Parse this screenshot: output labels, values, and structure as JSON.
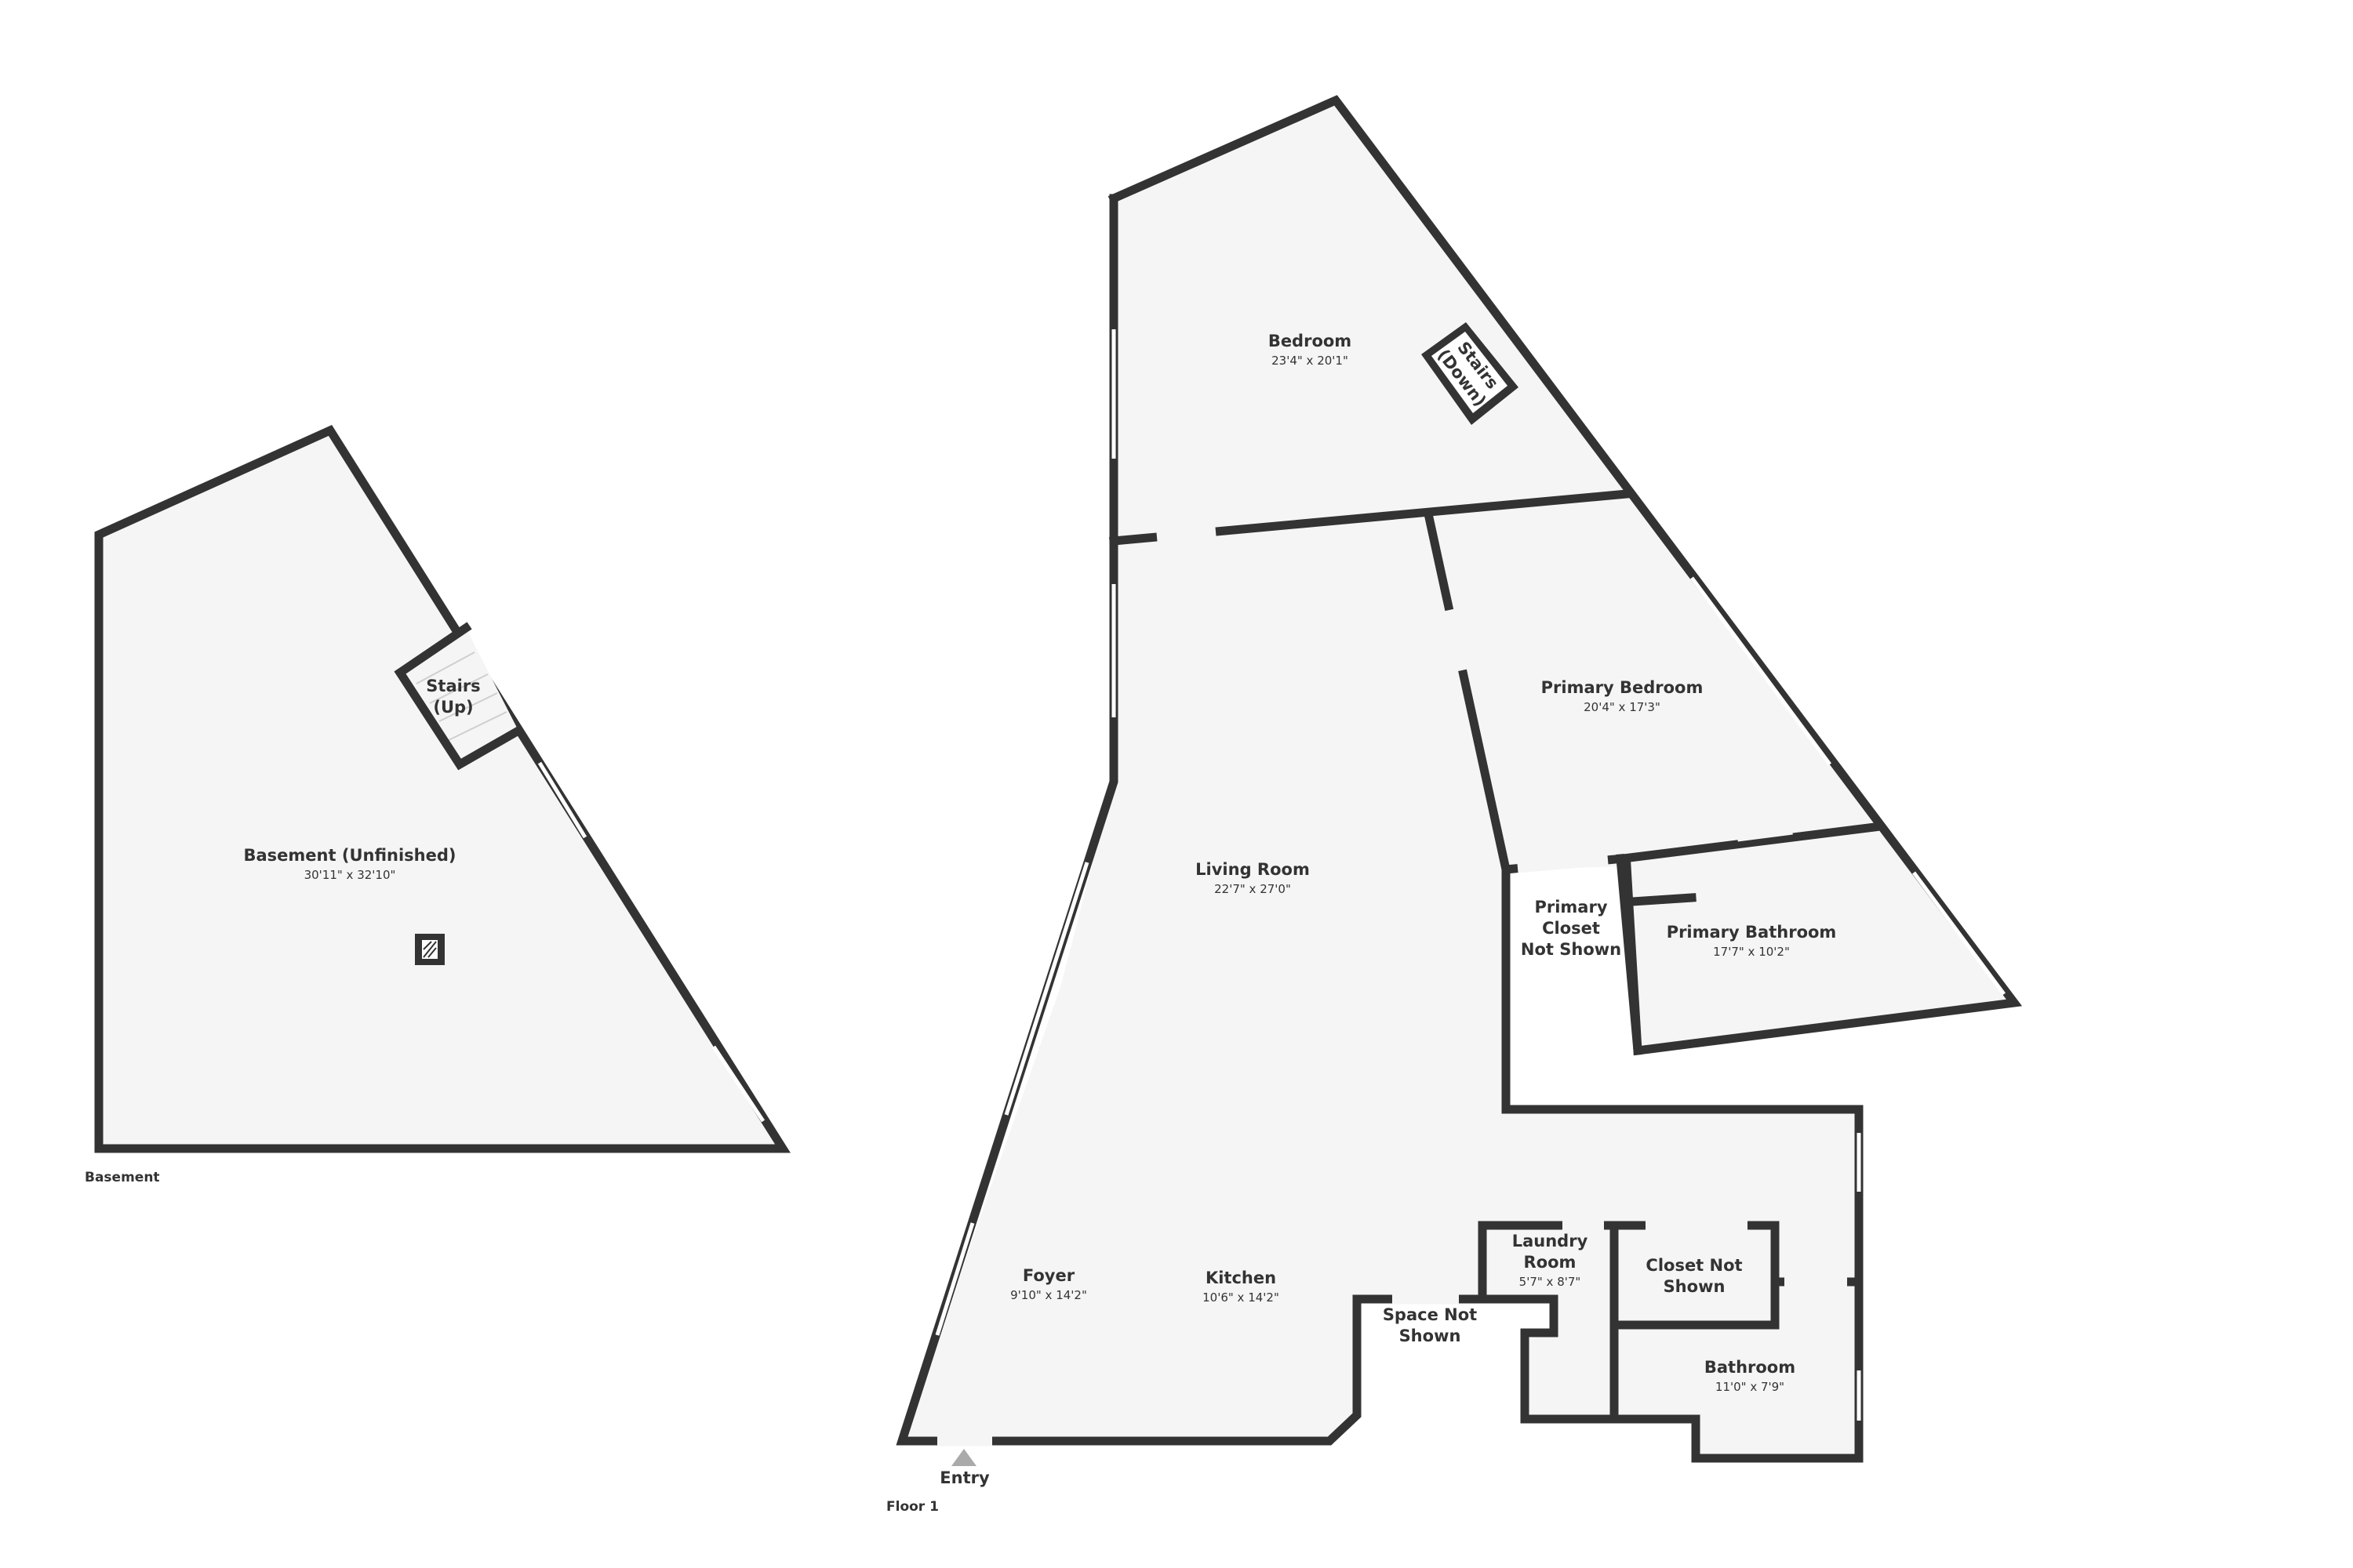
{
  "colors": {
    "wall": "#333333",
    "floor": "#f5f5f5",
    "window": "#ffffff",
    "background": "#ffffff",
    "entry_marker": "#aaaaaa"
  },
  "floors": [
    {
      "label": "Basement"
    },
    {
      "label": "Floor 1"
    }
  ],
  "rooms": {
    "basement": {
      "name": "Basement (Unfinished)",
      "dims": "30'11\" x 32'10\""
    },
    "basement_stairs": {
      "line1": "Stairs",
      "line2": "(Up)"
    },
    "bedroom": {
      "name": "Bedroom",
      "dims": "23'4\" x 20'1\""
    },
    "bedroom_stairs": {
      "line1": "Stairs",
      "line2": "(Down)"
    },
    "primary_bedroom": {
      "name": "Primary Bedroom",
      "dims": "20'4\" x 17'3\""
    },
    "living_room": {
      "name": "Living Room",
      "dims": "22'7\" x 27'0\""
    },
    "primary_closet": {
      "line1": "Primary",
      "line2": "Closet",
      "line3": "Not Shown"
    },
    "primary_bathroom": {
      "name": "Primary Bathroom",
      "dims": "17'7\" x 10'2\""
    },
    "foyer": {
      "name": "Foyer",
      "dims": "9'10\" x 14'2\""
    },
    "kitchen": {
      "name": "Kitchen",
      "dims": "10'6\" x 14'2\""
    },
    "laundry_room": {
      "line1": "Laundry",
      "line2": "Room",
      "dims": "5'7\" x 8'7\""
    },
    "closet_not_shown": {
      "line1": "Closet Not",
      "line2": "Shown"
    },
    "space_not_shown": {
      "line1": "Space Not",
      "line2": "Shown"
    },
    "bathroom": {
      "name": "Bathroom",
      "dims": "11'0\" x 7'9\""
    }
  },
  "entry": {
    "label": "Entry"
  }
}
